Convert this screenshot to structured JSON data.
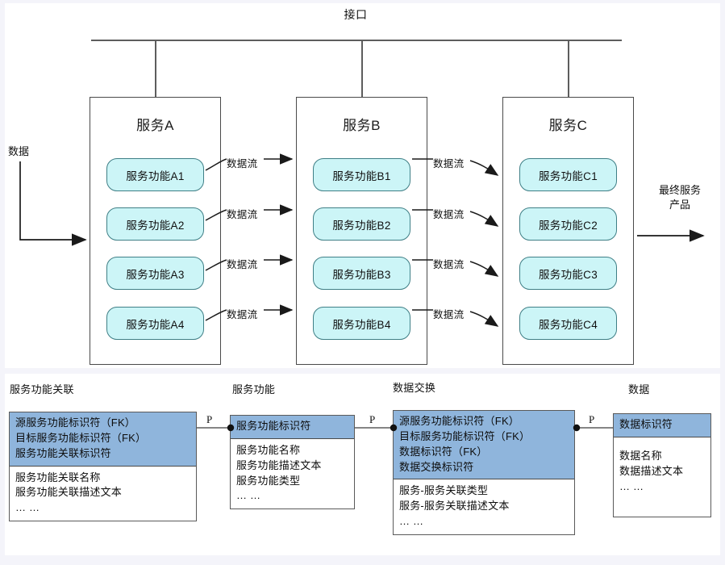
{
  "top_diagram": {
    "interface_label": "接口",
    "input_label": "数据",
    "output_label_line1": "最终服务",
    "output_label_line2": "产品",
    "flow_label": "数据流",
    "services": [
      {
        "title": "服务A",
        "functions": [
          "服务功能A1",
          "服务功能A2",
          "服务功能A3",
          "服务功能A4"
        ]
      },
      {
        "title": "服务B",
        "functions": [
          "服务功能B1",
          "服务功能B2",
          "服务功能B3",
          "服务功能B4"
        ]
      },
      {
        "title": "服务C",
        "functions": [
          "服务功能C1",
          "服务功能C2",
          "服务功能C3",
          "服务功能C4"
        ]
      }
    ],
    "flows_ab": [
      "数据流",
      "数据流",
      "数据流",
      "数据流"
    ],
    "flows_bc": [
      "数据流",
      "数据流",
      "数据流",
      "数据流"
    ]
  },
  "er_diagram": {
    "relationship_marker": "P",
    "entities": [
      {
        "title": "服务功能关联",
        "keys": [
          "源服务功能标识符（FK）",
          "目标服务功能标识符（FK）",
          "服务功能关联标识符"
        ],
        "attrs": [
          "服务功能关联名称",
          "服务功能关联描述文本",
          "…  …"
        ]
      },
      {
        "title": "服务功能",
        "keys": [
          "服务功能标识符"
        ],
        "attrs": [
          "服务功能名称",
          "服务功能描述文本",
          "服务功能类型",
          "…  …"
        ]
      },
      {
        "title": "数据交换",
        "keys": [
          "源服务功能标识符（FK）",
          "目标服务功能标识符（FK）",
          "数据标识符（FK）",
          "数据交换标识符"
        ],
        "attrs": [
          "服务-服务关联类型",
          "服务-服务关联描述文本",
          "…  …"
        ]
      },
      {
        "title": "数据",
        "keys": [
          "数据标识符"
        ],
        "attrs": [
          "数据名称",
          "数据描述文本",
          "…  …"
        ]
      }
    ],
    "relations": [
      "P",
      "P",
      "P"
    ]
  },
  "colors": {
    "page_background": "#f4f4fa",
    "panel_background": "#ffffff",
    "function_fill": "#ccf5f7",
    "function_border": "#3f7f86",
    "entity_key_fill": "#8fb5dc",
    "line": "#5d5d5d"
  }
}
